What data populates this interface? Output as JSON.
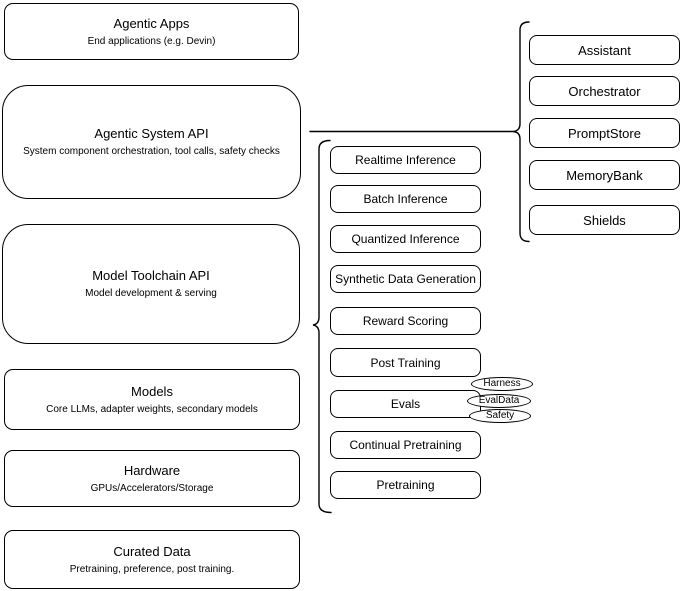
{
  "left_column": [
    {
      "title": "Agentic Apps",
      "subtitle": "End applications (e.g. Devin)"
    },
    {
      "title": "Agentic System API",
      "subtitle": "System component orchestration, tool calls, safety checks"
    },
    {
      "title": "Model Toolchain API",
      "subtitle": "Model development & serving"
    },
    {
      "title": "Models",
      "subtitle": "Core LLMs, adapter weights, secondary models"
    },
    {
      "title": "Hardware",
      "subtitle": "GPUs/Accelerators/Storage"
    },
    {
      "title": "Curated Data",
      "subtitle": "Pretraining, preference, post training."
    }
  ],
  "toolchain": {
    "items": [
      "Realtime Inference",
      "Batch Inference",
      "Quantized Inference",
      "Synthetic Data Generation",
      "Reward Scoring",
      "Post Training",
      "Evals",
      "Continual Pretraining",
      "Pretraining"
    ]
  },
  "eval_tags": [
    "Harness",
    "EvalData",
    "Safety"
  ],
  "system_components": [
    "Assistant",
    "Orchestrator",
    "PromptStore",
    "MemoryBank",
    "Shields"
  ],
  "colors": {
    "line": "#000000",
    "box_fill": "#ffffff",
    "text": "#000000"
  }
}
